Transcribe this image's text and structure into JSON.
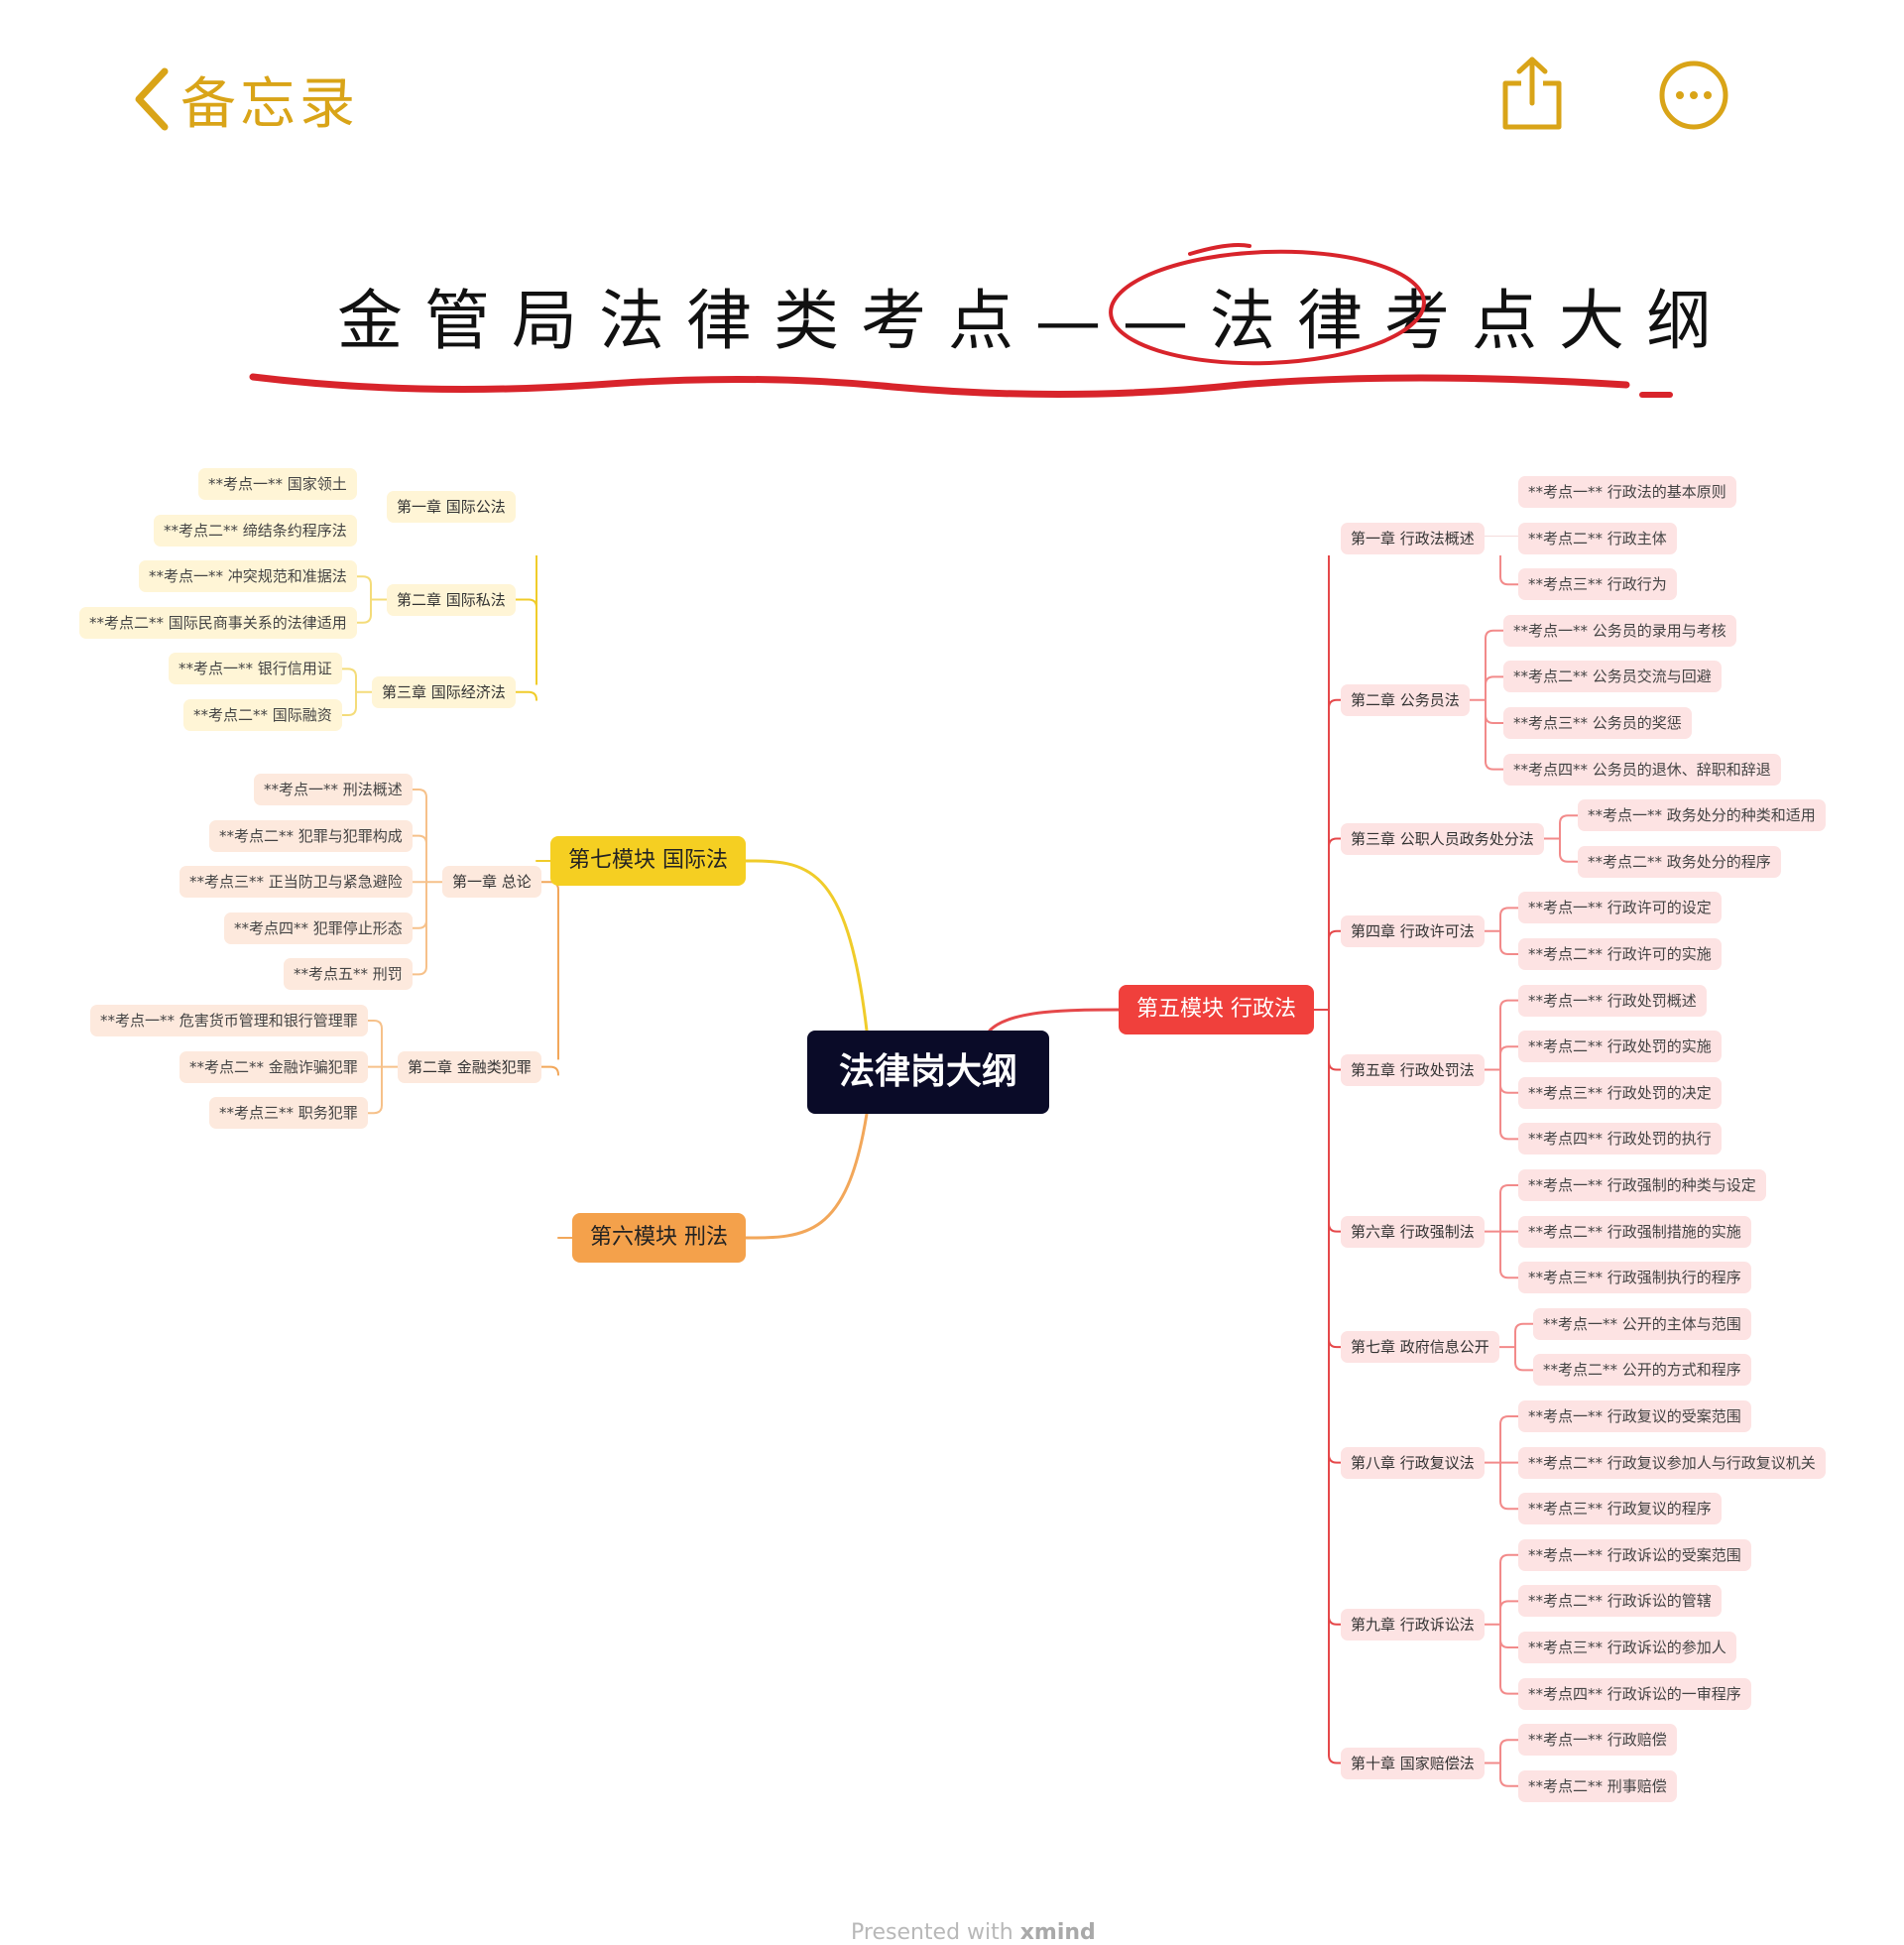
{
  "nav": {
    "back_label": "备忘录",
    "share_icon": "share-icon",
    "more_icon": "more-icon"
  },
  "title": "金管局法律类考点——法律考点大纲",
  "colors": {
    "accent": "#d9a418",
    "root": "#0a0b28",
    "admin": "#f0403c",
    "intl": "#f5cf22",
    "crim": "#f4a14b"
  },
  "mindmap": {
    "root": "法律岗大纲",
    "modules": [
      {
        "label": "第五模块 行政法",
        "chapters": [
          {
            "label": "第一章 行政法概述",
            "points": [
              "**考点一** 行政法的基本原则",
              "**考点二** 行政主体",
              "**考点三** 行政行为"
            ]
          },
          {
            "label": "第二章 公务员法",
            "points": [
              "**考点一** 公务员的录用与考核",
              "**考点二** 公务员交流与回避",
              "**考点三** 公务员的奖惩",
              "**考点四** 公务员的退休、辞职和辞退"
            ]
          },
          {
            "label": "第三章 公职人员政务处分法",
            "points": [
              "**考点一** 政务处分的种类和适用",
              "**考点二** 政务处分的程序"
            ]
          },
          {
            "label": "第四章 行政许可法",
            "points": [
              "**考点一** 行政许可的设定",
              "**考点二** 行政许可的实施"
            ]
          },
          {
            "label": "第五章 行政处罚法",
            "points": [
              "**考点一** 行政处罚概述",
              "**考点二** 行政处罚的实施",
              "**考点三** 行政处罚的决定",
              "**考点四** 行政处罚的执行"
            ]
          },
          {
            "label": "第六章 行政强制法",
            "points": [
              "**考点一** 行政强制的种类与设定",
              "**考点二** 行政强制措施的实施",
              "**考点三** 行政强制执行的程序"
            ]
          },
          {
            "label": "第七章 政府信息公开",
            "points": [
              "**考点一** 公开的主体与范围",
              "**考点二** 公开的方式和程序"
            ]
          },
          {
            "label": "第八章 行政复议法",
            "points": [
              "**考点一** 行政复议的受案范围",
              "**考点二** 行政复议参加人与行政复议机关",
              "**考点三** 行政复议的程序"
            ]
          },
          {
            "label": "第九章 行政诉讼法",
            "points": [
              "**考点一** 行政诉讼的受案范围",
              "**考点二** 行政诉讼的管辖",
              "**考点三** 行政诉讼的参加人",
              "**考点四** 行政诉讼的一审程序"
            ]
          },
          {
            "label": "第十章 国家赔偿法",
            "points": [
              "**考点一** 行政赔偿",
              "**考点二** 刑事赔偿"
            ]
          }
        ]
      },
      {
        "label": "第七模块 国际法",
        "chapters": [
          {
            "label": "第一章 国际公法",
            "points": [
              "**考点一** 国家领土",
              "**考点二** 缔结条约程序法"
            ]
          },
          {
            "label": "第二章 国际私法",
            "points": [
              "**考点一** 冲突规范和准据法",
              "**考点二** 国际民商事关系的法律适用"
            ]
          },
          {
            "label": "第三章 国际经济法",
            "points": [
              "**考点一** 银行信用证",
              "**考点二** 国际融资"
            ]
          }
        ]
      },
      {
        "label": "第六模块 刑法",
        "chapters": [
          {
            "label": "第一章 总论",
            "points": [
              "**考点一** 刑法概述",
              "**考点二** 犯罪与犯罪构成",
              "**考点三** 正当防卫与紧急避险",
              "**考点四** 犯罪停止形态",
              "**考点五** 刑罚"
            ]
          },
          {
            "label": "第二章 金融类犯罪",
            "points": [
              "**考点一** 危害货币管理和银行管理罪",
              "**考点二** 金融诈骗犯罪",
              "**考点三** 职务犯罪"
            ]
          }
        ]
      }
    ]
  },
  "footer": {
    "prefix": "Presented with",
    "brand": "xmind"
  }
}
